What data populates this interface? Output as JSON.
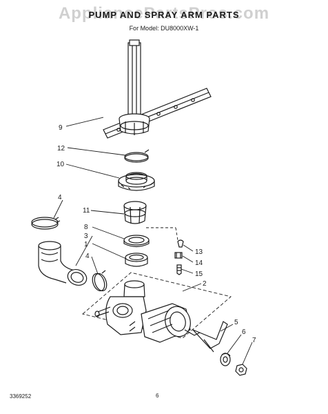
{
  "header": {
    "title": "PUMP AND SPRAY ARM PARTS",
    "subtitle": "For Model: DU8000XW-1",
    "watermark": "AppliancePartsPros.com"
  },
  "footer": {
    "doc_number": "3369252",
    "page_number": "6"
  },
  "callouts": {
    "c1": "1",
    "c2": "2",
    "c3": "3",
    "c4a": "4",
    "c4b": "4",
    "c5": "5",
    "c6": "6",
    "c7": "7",
    "c8": "8",
    "c9": "9",
    "c10": "10",
    "c11": "11",
    "c12": "12",
    "c13": "13",
    "c14": "14",
    "c15": "15"
  },
  "icons": {
    "spray_arm": "spray-arm-icon",
    "seal_ring": "seal-ring-icon",
    "housing": "pump-housing-icon",
    "motor": "motor-icon",
    "elbow": "elbow-hose-icon",
    "clamp": "hose-clamp-icon"
  }
}
